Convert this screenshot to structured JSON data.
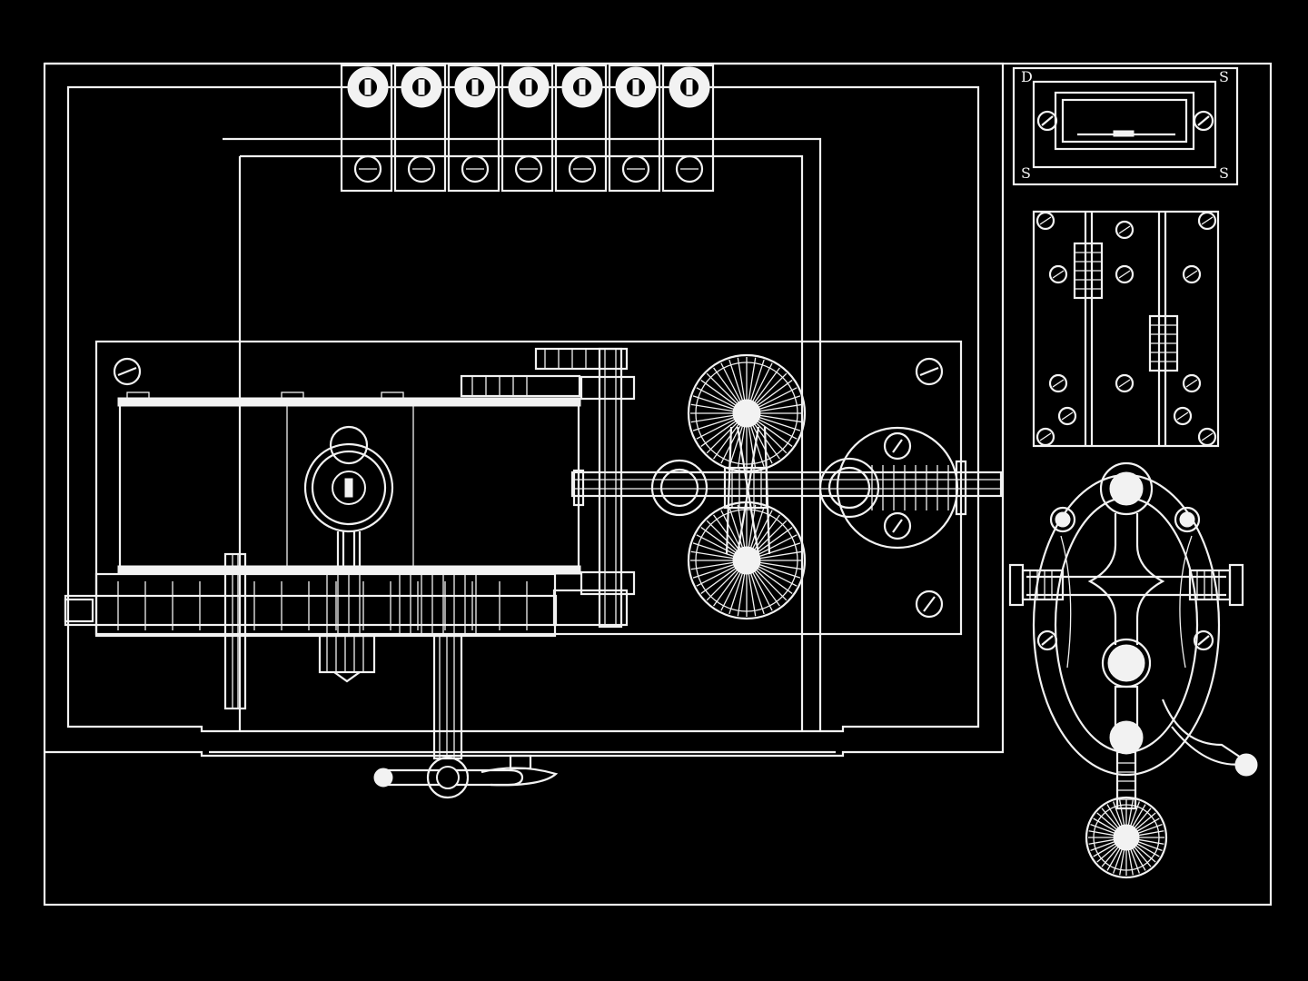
{
  "figure": {
    "subject": "telegraph-register-instrument-wireframe",
    "colors": {
      "background": "#000000",
      "line": "#f2f2f2"
    }
  },
  "terminal_count": 7,
  "small_plate": {
    "corner_letters": [
      "D",
      "S",
      "S",
      "S"
    ]
  }
}
